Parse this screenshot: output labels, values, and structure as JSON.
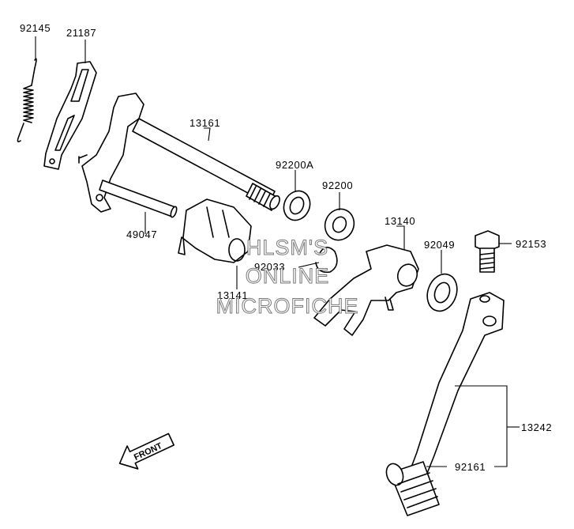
{
  "labels": {
    "p92145": "92145",
    "p21187": "21187",
    "p13161": "13161",
    "p92200A": "92200A",
    "p92200": "92200",
    "p49047": "49047",
    "p13140": "13140",
    "p92049": "92049",
    "p92153": "92153",
    "p92033": "92033",
    "p13141": "13141",
    "p13242": "13242",
    "p92161": "92161"
  },
  "watermark": {
    "line1": "HLSM'S",
    "line2": "ONLINE",
    "line3": "MICROFICHE"
  },
  "front_arrow": {
    "label": "FRONT"
  }
}
